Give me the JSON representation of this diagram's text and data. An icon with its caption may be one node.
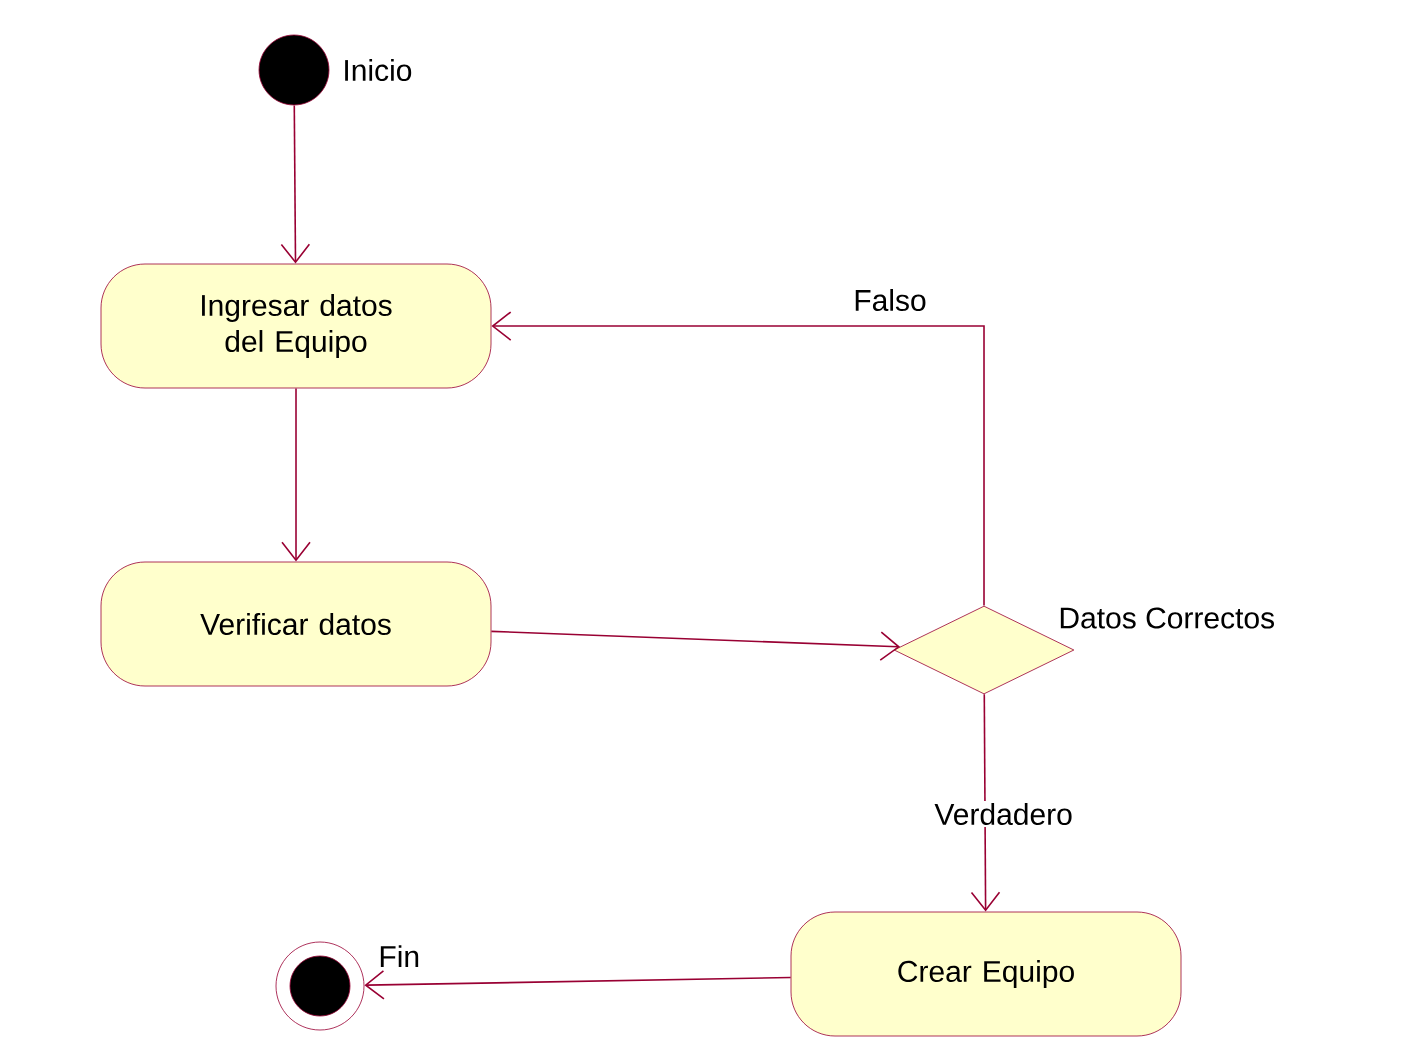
{
  "diagram": {
    "nodes": [
      {
        "text": [],
        "shape": "circle",
        "beside": [
          "Inicio"
        ]
      },
      {
        "text": [
          "Ingresar datos del Equipo"
        ]
      },
      {
        "text": [
          "Verificar datos"
        ]
      },
      {
        "text": [],
        "shape": "diamond",
        "beside": [
          "Datos Correctos"
        ]
      },
      {
        "text": [
          "Crear Equipo"
        ]
      },
      {
        "text": [],
        "shape": "circle",
        "beside": [
          "Fin"
        ]
      }
    ],
    "edges": [
      {
        "from": 0,
        "to": 1,
        "arrow": "to"
      },
      {
        "from": 1,
        "to": 2,
        "arrow": "to"
      },
      {
        "from": 2,
        "to": 3,
        "arrow": "to"
      },
      {
        "from": 3,
        "to": 1,
        "arrow": "to",
        "label": "Falso"
      },
      {
        "from": 3,
        "to": 4,
        "arrow": "to",
        "label": "Verdadero"
      },
      {
        "from": 4,
        "to": 5,
        "arrow": "to"
      }
    ]
  }
}
